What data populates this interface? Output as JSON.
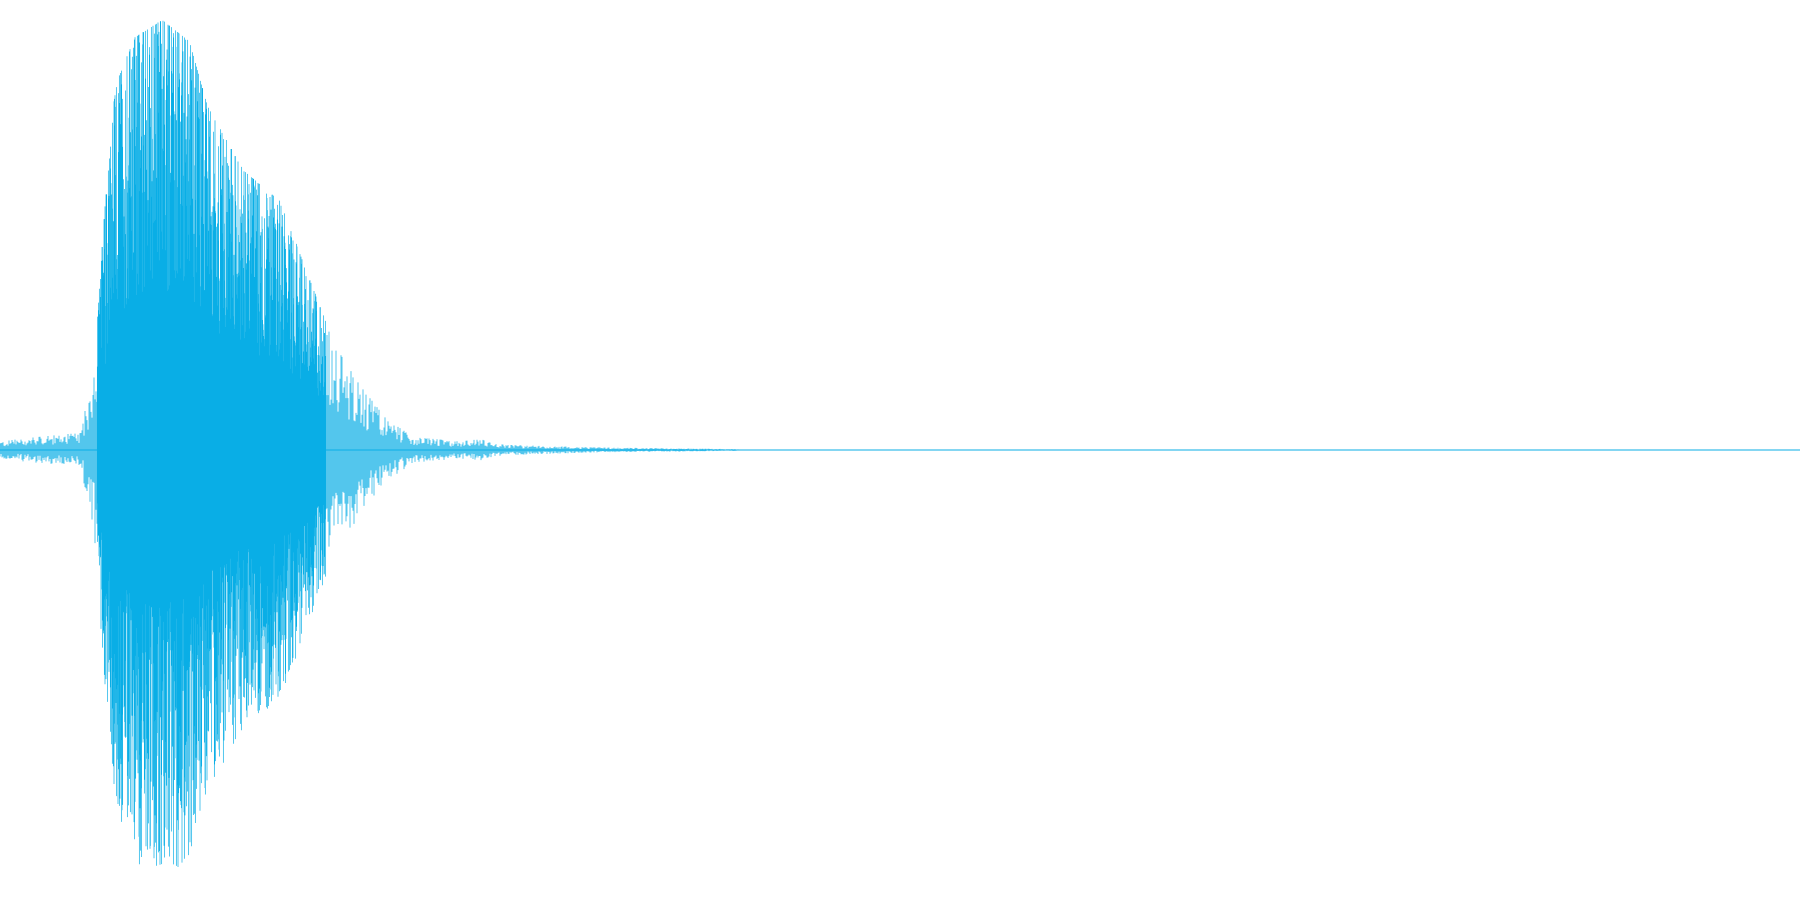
{
  "waveform": {
    "color": "#0aaee6",
    "background": "#ffffff",
    "duration_fraction_active": 0.41,
    "envelope": [
      {
        "t": 0.0,
        "amp": 0.02
      },
      {
        "t": 0.02,
        "amp": 0.03
      },
      {
        "t": 0.045,
        "amp": 0.04
      },
      {
        "t": 0.052,
        "amp": 0.2
      },
      {
        "t": 0.058,
        "amp": 0.55
      },
      {
        "t": 0.064,
        "amp": 0.85
      },
      {
        "t": 0.075,
        "amp": 0.96
      },
      {
        "t": 0.09,
        "amp": 1.0
      },
      {
        "t": 0.105,
        "amp": 0.95
      },
      {
        "t": 0.115,
        "amp": 0.8
      },
      {
        "t": 0.135,
        "amp": 0.65
      },
      {
        "t": 0.155,
        "amp": 0.58
      },
      {
        "t": 0.17,
        "amp": 0.42
      },
      {
        "t": 0.185,
        "amp": 0.25
      },
      {
        "t": 0.2,
        "amp": 0.15
      },
      {
        "t": 0.215,
        "amp": 0.07
      },
      {
        "t": 0.23,
        "amp": 0.03
      },
      {
        "t": 0.255,
        "amp": 0.02
      },
      {
        "t": 0.267,
        "amp": 0.025
      },
      {
        "t": 0.28,
        "amp": 0.012
      },
      {
        "t": 0.33,
        "amp": 0.006
      },
      {
        "t": 0.41,
        "amp": 0.002
      },
      {
        "t": 0.42,
        "amp": 0.0
      },
      {
        "t": 1.0,
        "amp": 0.0
      }
    ]
  }
}
